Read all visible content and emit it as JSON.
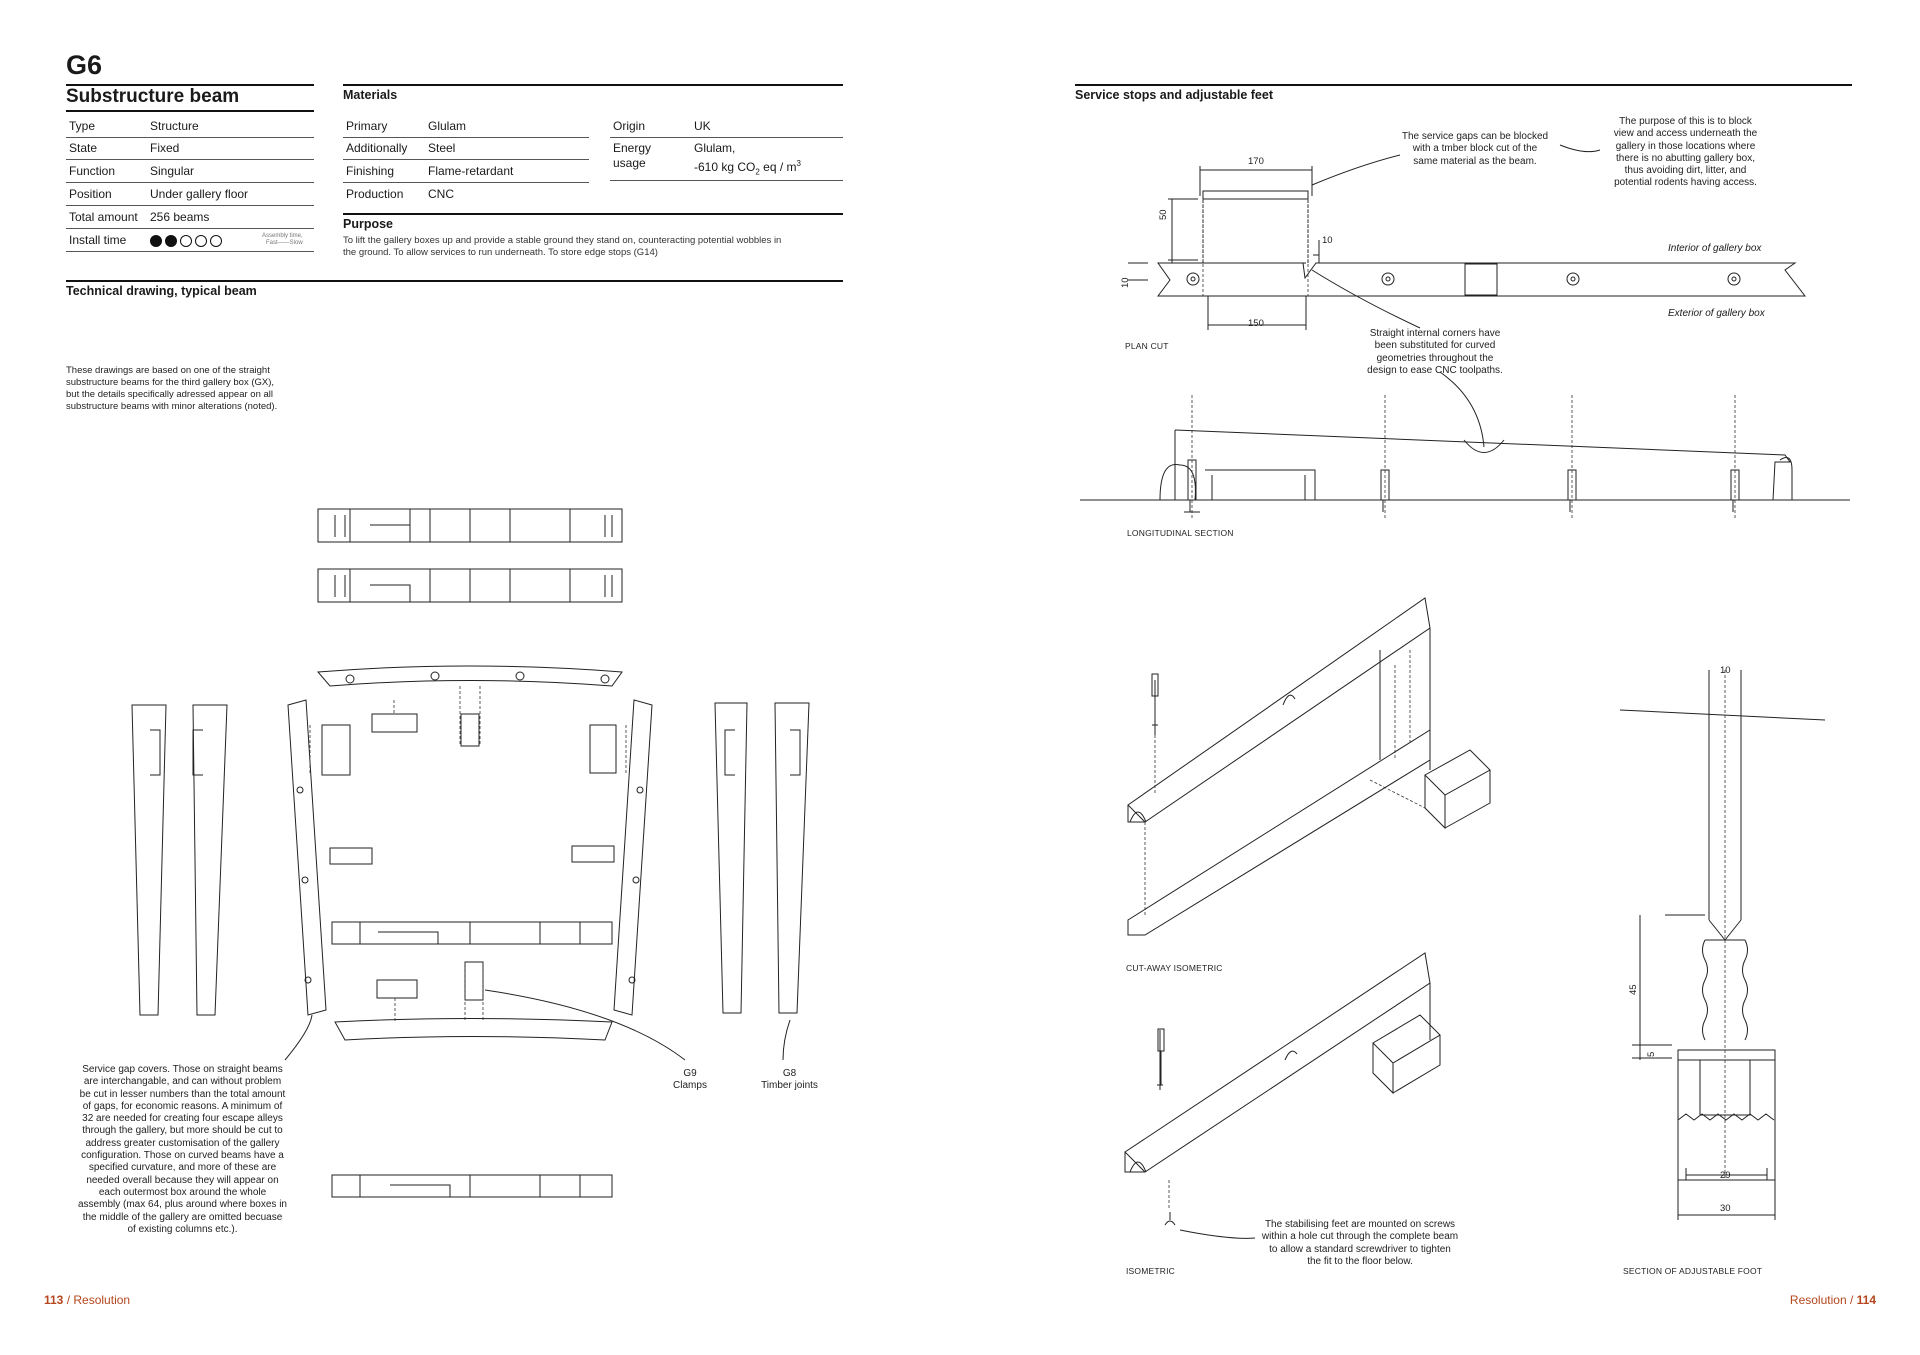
{
  "left_page": {
    "code": "G6",
    "title": "Substructure beam",
    "specs": [
      {
        "label": "Type",
        "value": "Structure"
      },
      {
        "label": "State",
        "value": "Fixed"
      },
      {
        "label": "Function",
        "value": "Singular"
      },
      {
        "label": "Position",
        "value": "Under gallery floor"
      },
      {
        "label": "Total amount",
        "value": "256 beams"
      },
      {
        "label": "Install time",
        "value": ""
      }
    ],
    "install_time": {
      "filled": 2,
      "total": 5,
      "scale_label": "Assembly time,",
      "scale_range": "Fast——Slow"
    },
    "materials": {
      "heading": "Materials",
      "rows": [
        {
          "label": "Primary",
          "value": "Glulam"
        },
        {
          "label": "Additionally",
          "value": "Steel"
        },
        {
          "label": "Finishing",
          "value": "Flame-retardant"
        },
        {
          "label": "Production",
          "value": "CNC"
        }
      ],
      "origin_label": "Origin",
      "origin_value": "UK",
      "energy_label_1": "Energy",
      "energy_label_2": "usage",
      "energy_value_1": "Glulam,",
      "energy_value_2": "-610 kg CO",
      "energy_sub": "2",
      "energy_value_3": " eq / m",
      "energy_sup": "3"
    },
    "purpose": {
      "heading": "Purpose",
      "line1": "To lift the gallery boxes up and provide a stable ground they stand on, counteracting potential wobbles in",
      "line2": "the ground. To allow services to run underneath. To store edge stops (G14)"
    },
    "tech_heading": "Technical drawing, typical beam",
    "intro_note": [
      "These drawings are based on one of the straight",
      "substructure beams for the third gallery box (GX),",
      "but the details specifically adressed appear on all",
      "substructure beams with minor alterations (noted)."
    ],
    "service_note": [
      "Service gap covers. Those on straight beams",
      "are interchangable, and can without problem",
      "be cut in lesser numbers than the total amount",
      "of gaps, for economic reasons. A minimum of",
      "32 are needed for creating four escape alleys",
      "through the gallery, but more should be cut to",
      "address greater customisation of the gallery",
      "configuration. Those on curved beams have a",
      "specified curvature, and more of these are",
      "needed overall because they will appear on",
      "each outermost box around the whole",
      "assembly (max 64, plus around where boxes in",
      "the middle of the gallery are omitted becuase",
      "of existing columns etc.)."
    ],
    "g9_code": "G9",
    "g9_label": "Clamps",
    "g8_code": "G8",
    "g8_label": "Timber joints"
  },
  "right_page": {
    "heading": "Service stops and adjustable feet",
    "note_gaps": [
      "The service gaps can be blocked",
      "with a tmber block cut of the",
      "same material as the beam."
    ],
    "note_purpose": [
      "The purpose of this is to block",
      "view and access underneath the",
      "gallery in those locations where",
      "there is no abutting gallery box,",
      "thus avoiding dirt, litter, and",
      "potential rodents having access."
    ],
    "note_corners": [
      "Straight internal corners have",
      "been substituted for curved",
      "geometries throughout the",
      "design to ease CNC toolpaths."
    ],
    "note_feet": [
      "The stabilising feet are mounted on screws",
      "within a hole cut through the complete beam",
      "to allow a standard screwdriver to tighten",
      "the fit to the floor below."
    ],
    "interior_label": "Interior of gallery box",
    "exterior_label": "Exterior of gallery box",
    "labels": {
      "plan_cut": "PLAN CUT",
      "longitudinal": "LONGITUDINAL SECTION",
      "cutaway": "CUT-AWAY ISOMETRIC",
      "isometric": "ISOMETRIC",
      "foot_section": "SECTION OF ADJUSTABLE FOOT"
    },
    "dims": {
      "d170": "170",
      "d50": "50",
      "d10a": "10",
      "d10b": "10",
      "d150": "150",
      "f10": "10",
      "f45": "45",
      "f5": "5",
      "f29": "29",
      "f30": "30"
    }
  },
  "footer": {
    "left_num": "113",
    "left_sep": " / ",
    "left_text": "Resolution",
    "right_text": "Resolution",
    "right_sep": " / ",
    "right_num": "114"
  }
}
